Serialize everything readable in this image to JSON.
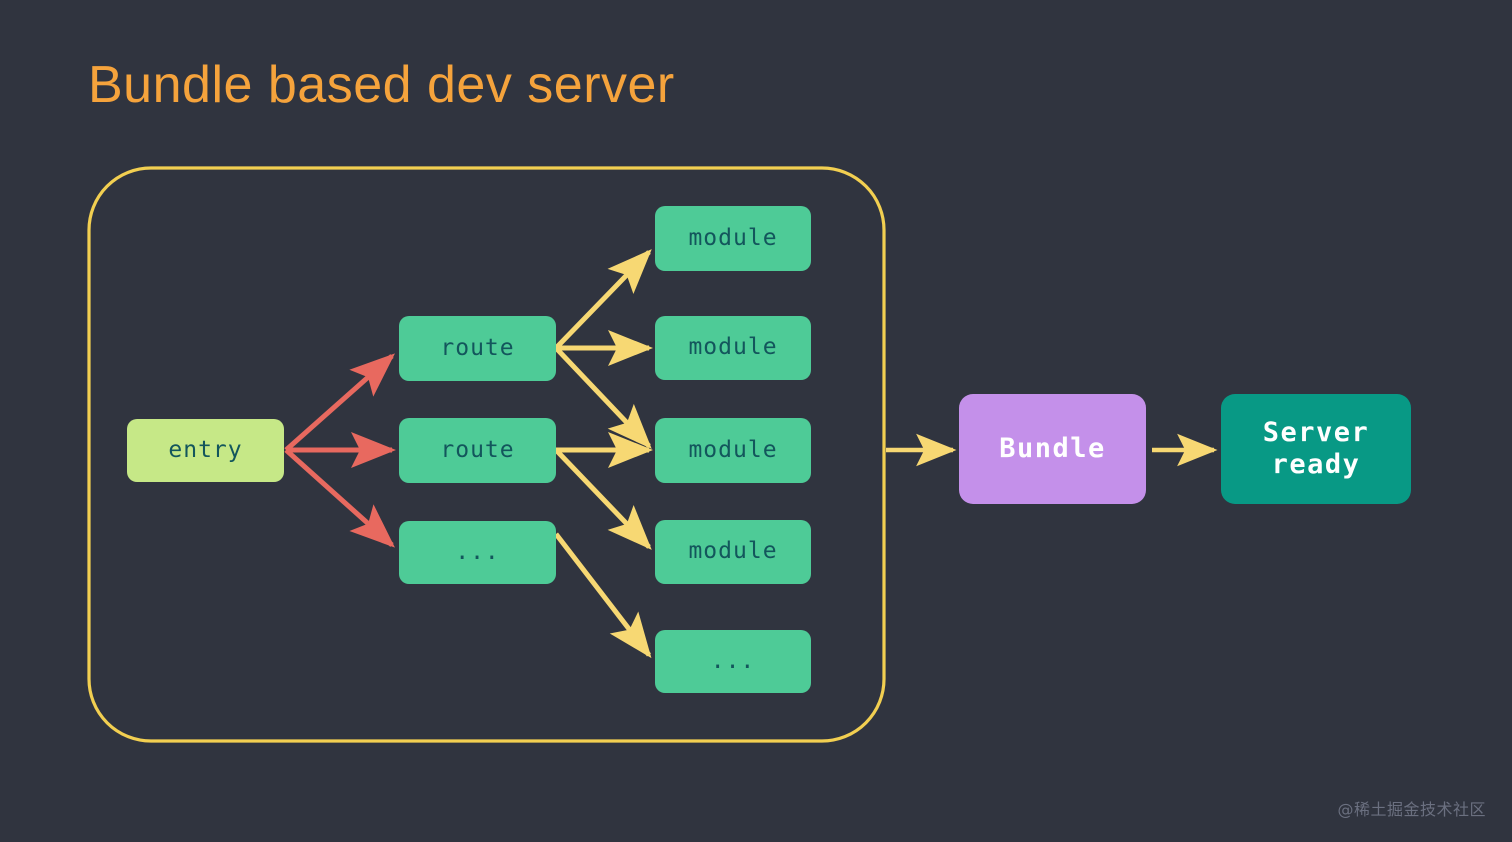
{
  "slide": {
    "title": "Bundle based dev server",
    "background_color": "#30343f",
    "title_color": "#f5a33c",
    "watermark": "@稀土掘金技术社区"
  },
  "container": {
    "label": "bundle-graph-container",
    "border_color": "#f2cf51"
  },
  "colors": {
    "green_box": "#4ecb97",
    "lime_box": "#c6e887",
    "purple_box": "#c490ea",
    "teal_box": "#089985",
    "box_text_dark": "#13565c",
    "box_text_light": "#ffffff",
    "arrow_red": "#e8695f",
    "arrow_yellow": "#f7d873",
    "arrow_gold": "#f2cf51"
  },
  "nodes": {
    "entry": {
      "label": "entry"
    },
    "routes": [
      {
        "label": "route"
      },
      {
        "label": "route"
      },
      {
        "label": "..."
      }
    ],
    "modules": [
      {
        "label": "module"
      },
      {
        "label": "module"
      },
      {
        "label": "module"
      },
      {
        "label": "module"
      },
      {
        "label": "..."
      }
    ],
    "bundle": {
      "label": "Bundle"
    },
    "server": {
      "label": "Server\nready"
    }
  },
  "chart_data": {
    "type": "diagram",
    "title": "Bundle based dev server",
    "description": "Dependency graph flow: an entry point fans out to routes, routes fan out to modules, the whole graph is bundled, then the server becomes ready.",
    "nodes": [
      {
        "id": "entry",
        "label": "entry",
        "group": "entry",
        "color": "#c6e887"
      },
      {
        "id": "route1",
        "label": "route",
        "group": "route",
        "color": "#4ecb97"
      },
      {
        "id": "route2",
        "label": "route",
        "group": "route",
        "color": "#4ecb97"
      },
      {
        "id": "route3",
        "label": "...",
        "group": "route",
        "color": "#4ecb97"
      },
      {
        "id": "module1",
        "label": "module",
        "group": "module",
        "color": "#4ecb97"
      },
      {
        "id": "module2",
        "label": "module",
        "group": "module",
        "color": "#4ecb97"
      },
      {
        "id": "module3",
        "label": "module",
        "group": "module",
        "color": "#4ecb97"
      },
      {
        "id": "module4",
        "label": "module",
        "group": "module",
        "color": "#4ecb97"
      },
      {
        "id": "module5",
        "label": "...",
        "group": "module",
        "color": "#4ecb97"
      },
      {
        "id": "bundle",
        "label": "Bundle",
        "group": "bundle",
        "color": "#c490ea"
      },
      {
        "id": "server",
        "label": "Server ready",
        "group": "result",
        "color": "#089985"
      }
    ],
    "edges": [
      {
        "from": "entry",
        "to": "route1",
        "color": "#e8695f"
      },
      {
        "from": "entry",
        "to": "route2",
        "color": "#e8695f"
      },
      {
        "from": "entry",
        "to": "route3",
        "color": "#e8695f"
      },
      {
        "from": "route1",
        "to": "module1",
        "color": "#f7d873"
      },
      {
        "from": "route1",
        "to": "module2",
        "color": "#f7d873"
      },
      {
        "from": "route1",
        "to": "module3",
        "color": "#f7d873"
      },
      {
        "from": "route2",
        "to": "module3",
        "color": "#f7d873"
      },
      {
        "from": "route2",
        "to": "module4",
        "color": "#f7d873"
      },
      {
        "from": "route3",
        "to": "module5",
        "color": "#f7d873"
      },
      {
        "from": "graph",
        "to": "bundle",
        "color": "#f7d873"
      },
      {
        "from": "bundle",
        "to": "server",
        "color": "#f7d873"
      }
    ]
  }
}
